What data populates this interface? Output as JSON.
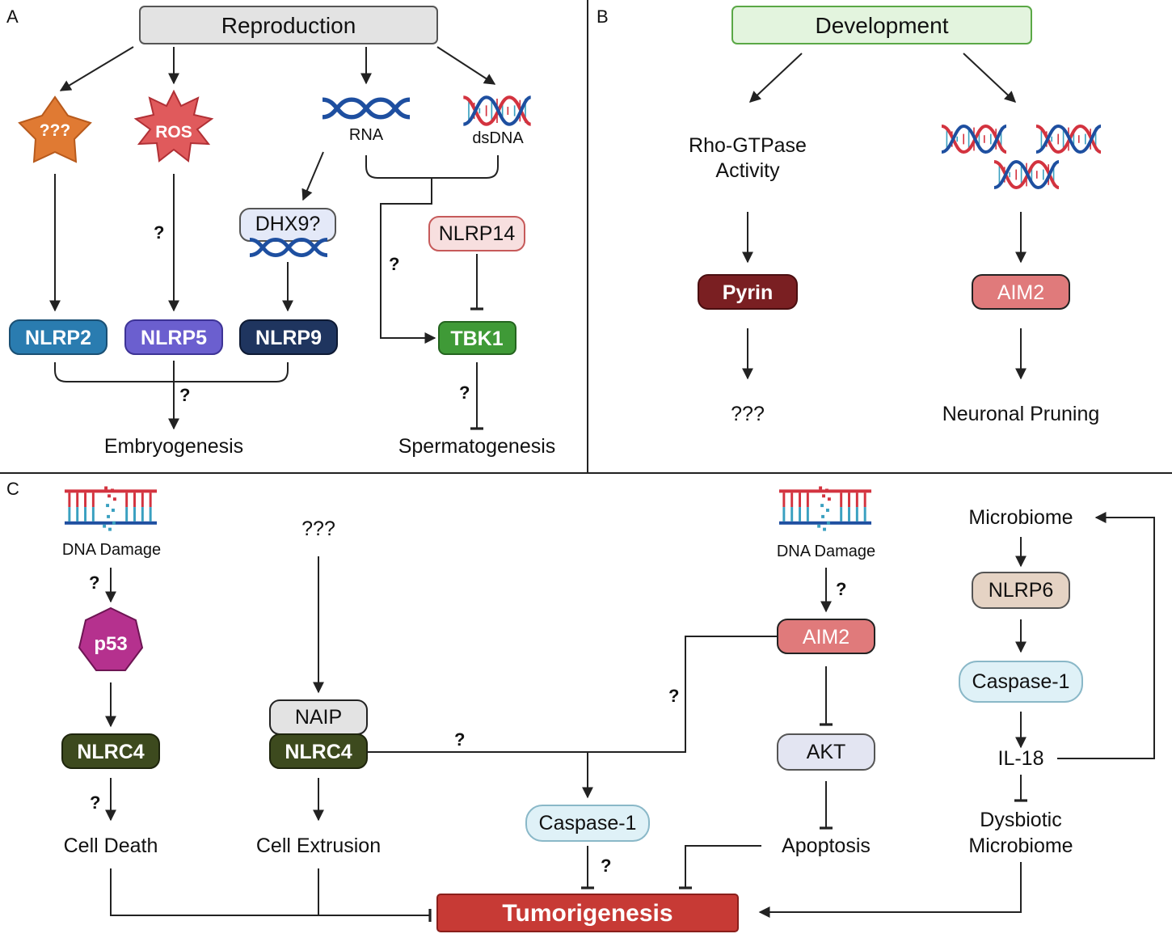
{
  "panels": {
    "a": "A",
    "b": "B",
    "c": "C"
  },
  "panel_a": {
    "title": "Reproduction",
    "stressor_star": "???",
    "stressor_ros": "ROS",
    "rna": "RNA",
    "dsdna": "dsDNA",
    "dhx9": "DHX9?",
    "nlrp14": "NLRP14",
    "nlrp2": "NLRP2",
    "nlrp5": "NLRP5",
    "nlrp9": "NLRP9",
    "tbk1": "TBK1",
    "embryogenesis": "Embryogenesis",
    "spermatogenesis": "Spermatogenesis",
    "q_ros": "?",
    "q_tbk1": "?",
    "q_embryo": "?",
    "q_sperm": "?"
  },
  "panel_b": {
    "title": "Development",
    "rho_line1": "Rho-GTPase",
    "rho_line2": "Activity",
    "pyrin": "Pyrin",
    "aim2": "AIM2",
    "unknown": "???",
    "neuronal_pruning": "Neuronal Pruning"
  },
  "panel_c": {
    "dna_damage_left": "DNA Damage",
    "q_p53": "?",
    "p53": "p53",
    "nlrc4_left": "NLRC4",
    "q_death": "?",
    "cell_death": "Cell Death",
    "unknown": "???",
    "naip": "NAIP",
    "nlrc4_mid": "NLRC4",
    "cell_extrusion": "Cell Extrusion",
    "q_nlrc4": "?",
    "caspase1_mid": "Caspase-1",
    "q_casp": "?",
    "dna_damage_right": "DNA Damage",
    "q_aim2": "?",
    "aim2": "AIM2",
    "q_aim2_line": "?",
    "akt": "AKT",
    "apoptosis": "Apoptosis",
    "microbiome": "Microbiome",
    "nlrp6": "NLRP6",
    "caspase1_right": "Caspase-1",
    "il18": "IL-18",
    "dysbiotic_line1": "Dysbiotic",
    "dysbiotic_line2": "Microbiome",
    "tumorigenesis": "Tumorigenesis"
  },
  "colors": {
    "reproduction_box": "#e3e3e3",
    "development_box": "#e3f4de",
    "development_border": "#5aa846",
    "nlrp2": "#2a7cb0",
    "nlrp5": "#6b5fcf",
    "nlrp9": "#1f355f",
    "tbk1": "#3f9a37",
    "nlrp14": "#f7dfdf",
    "pyrin": "#7a1f22",
    "aim2": "#e07a7b",
    "nlrc4": "#3d4a1e",
    "p53": "#b5318e",
    "caspase1": "#dff1f7",
    "akt": "#e3e5f2",
    "nlrp6": "#e5d3c4",
    "tumorigenesis": "#c73a35",
    "star": "#e07a33",
    "ros": "#e05a5c",
    "dna_blue": "#1e4fa0",
    "dna_red": "#d3333f"
  }
}
